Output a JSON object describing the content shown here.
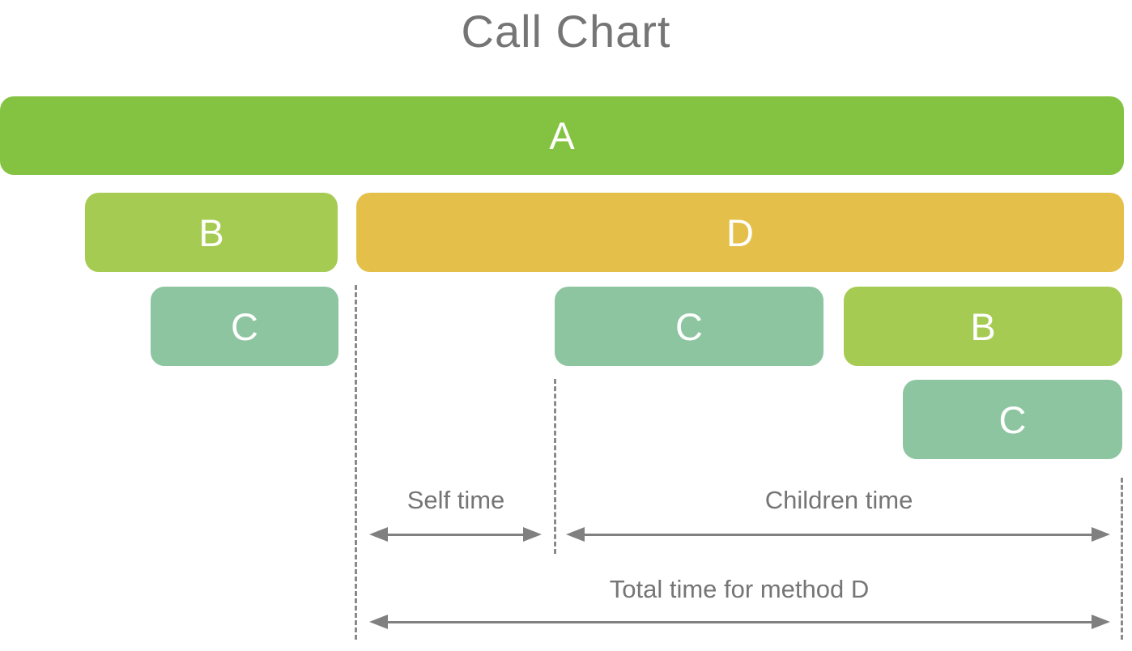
{
  "title": "Call Chart",
  "colors": {
    "bar_green": "#84C342",
    "bar_yellow_green": "#A6CB52",
    "bar_sea_green": "#8CC5A0",
    "bar_gold": "#E4C04B",
    "bar_label_white": "#FFFFFF",
    "text_gray": "#757575",
    "annotation_gray": "#808080",
    "dash_gray": "#8A8A8A"
  },
  "bars": [
    {
      "label": "A",
      "row": 1,
      "color": "#84C342"
    },
    {
      "label": "B",
      "row": 2,
      "color": "#A6CB52"
    },
    {
      "label": "D",
      "row": 2,
      "color": "#E4C04B"
    },
    {
      "label": "C",
      "row": 3,
      "color": "#8CC5A0"
    },
    {
      "label": "C",
      "row": 3,
      "color": "#8CC5A0"
    },
    {
      "label": "B",
      "row": 3,
      "color": "#A6CB52"
    },
    {
      "label": "C",
      "row": 4,
      "color": "#8CC5A0"
    }
  ],
  "annotations": {
    "self_time": "Self time",
    "children_time": "Children time",
    "total_time": "Total time for method D"
  }
}
